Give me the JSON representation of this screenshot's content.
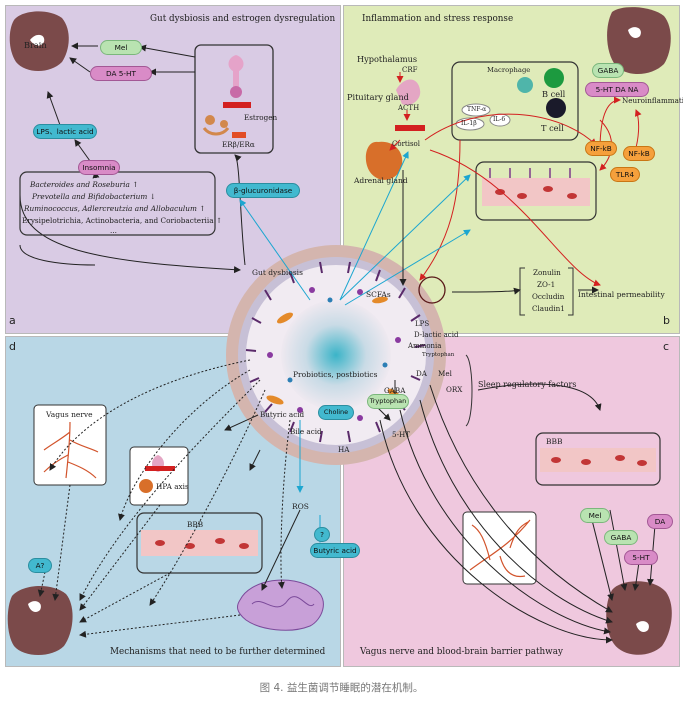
{
  "caption": "图 4. 益生菌调节睡眠的潜在机制。",
  "panel_a": {
    "letter": "a",
    "title": "Gut dysbiosis and estrogen dysregulation",
    "brain": "Brain",
    "mel": "Mel",
    "da_5ht": "DA  5-HT",
    "estrogen": "Estrogen",
    "erb": "ERβ/ERα",
    "lps": "LPS、lactic acid",
    "insomnia": "Insomnia",
    "bacteria": [
      "Bacteroides and Roseburia ↑",
      "Prevotella and Bifidobacterium ↓",
      "Ruminococcus, Adlercreutzia and Allobaculum ↑",
      "Erysipelotrichia, Actinobacteria, and Coriobacteriia ↑",
      "..."
    ],
    "glucuronidase": "β-glucuronidase"
  },
  "panel_b": {
    "letter": "b",
    "title": "Inflammation and stress response",
    "hypothalamus": "Hypothalamus",
    "crf": "CRF",
    "pituitary": "Pituitary gland",
    "acth": "ACTH",
    "cortisol": "Cortisol",
    "adrenal": "Adrenal gland",
    "macrophage": "Macrophage",
    "tnf": "TNF-α",
    "il1b": "IL-1β",
    "il6": "IL-6",
    "bcell": "B cell",
    "tcell": "T cell",
    "gaba": "GABA",
    "ht_da_na": "5-HT DA NA",
    "neuroinflammation": "Neuroinflammation",
    "nfkb1": "NF-kB",
    "nfkb2": "NF-kB",
    "tlr4": "TLR4",
    "zonulin": "Zonulin",
    "zo1": "ZO-1",
    "occludin": "Occludin",
    "claudin": "Claudin1",
    "intestinal_permeability": "Intestinal permeability"
  },
  "center": {
    "gut_dysbiosis": "Gut dysbiosis",
    "scfas": "SCFAs",
    "probiotics": "Probiotics, postbiotics",
    "lps": "LPS",
    "dlactic": "D-lactic acid",
    "ammonia": "Ammonia",
    "tryptophan": "Tryptophan",
    "da": "DA",
    "mel": "Mel",
    "gaba": "GABA",
    "orx": "ORX",
    "ht5": "5-HT",
    "butyric": "Butyric acid",
    "bile": "Bile acid",
    "choline": "Choline",
    "ha": "HA",
    "tryptophan2": "Tryptophan"
  },
  "panel_c": {
    "letter": "c",
    "sleep_factors": "Sleep regulatory factors",
    "bbb": "BBB",
    "mel": "Mel",
    "gaba": "GABA",
    "da": "DA",
    "ht5": "5-HT",
    "title": "Vagus nerve and blood-brain barrier pathway"
  },
  "panel_d": {
    "letter": "d",
    "vagus": "Vagus nerve",
    "hpa": "HPA axis",
    "bbb": "BBB",
    "ros": "ROS",
    "q": "?",
    "butyric": "Butyric acid",
    "aq": "A?",
    "title": "Mechanisms that need to be further determined"
  },
  "colors": {
    "panel_a": "#d9cbe4",
    "panel_b": "#dfebb9",
    "panel_c": "#efc8de",
    "panel_d": "#b9d7e6",
    "brain": "#7b4a4a"
  }
}
